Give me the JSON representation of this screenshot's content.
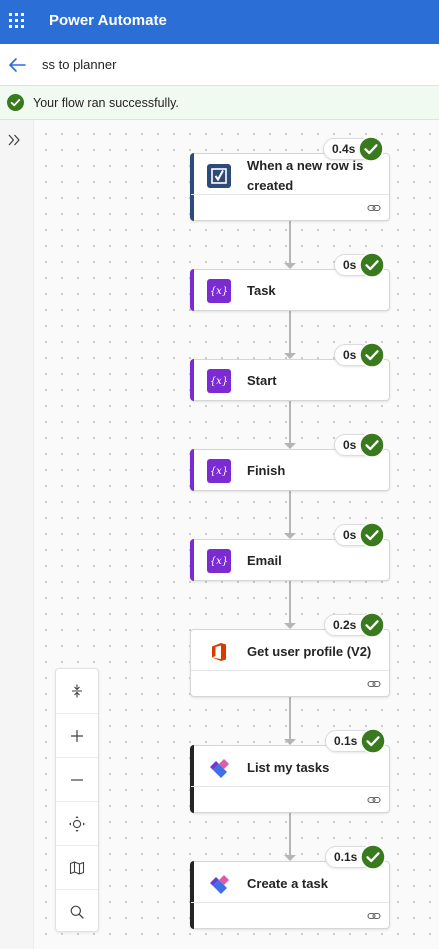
{
  "app": {
    "title": "Power Automate"
  },
  "nav": {
    "flow_name": "ss to planner"
  },
  "banner": {
    "message": "Your flow ran successfully."
  },
  "colors": {
    "brand": "#2b6fd6",
    "success": "#3a7a1f",
    "dataverse": "#2e4a78",
    "variable": "#7a2bd1",
    "office": "#d83b01",
    "planner": "#242424"
  },
  "steps": [
    {
      "title": "When a new row is created",
      "duration": "0.4s",
      "icon": "dataverse-icon"
    },
    {
      "title": "Task",
      "duration": "0s",
      "icon": "variable-icon"
    },
    {
      "title": "Start",
      "duration": "0s",
      "icon": "variable-icon"
    },
    {
      "title": "Finish",
      "duration": "0s",
      "icon": "variable-icon"
    },
    {
      "title": "Email",
      "duration": "0s",
      "icon": "variable-icon"
    },
    {
      "title": "Get user profile (V2)",
      "duration": "0.2s",
      "icon": "office365-icon"
    },
    {
      "title": "List my tasks",
      "duration": "0.1s",
      "icon": "planner-icon"
    },
    {
      "title": "Create a task",
      "duration": "0.1s",
      "icon": "planner-icon"
    }
  ],
  "zoom_controls": [
    "fit-vertical-icon",
    "zoom-in-icon",
    "zoom-out-icon",
    "fit-view-icon",
    "minimap-icon",
    "search-icon"
  ]
}
